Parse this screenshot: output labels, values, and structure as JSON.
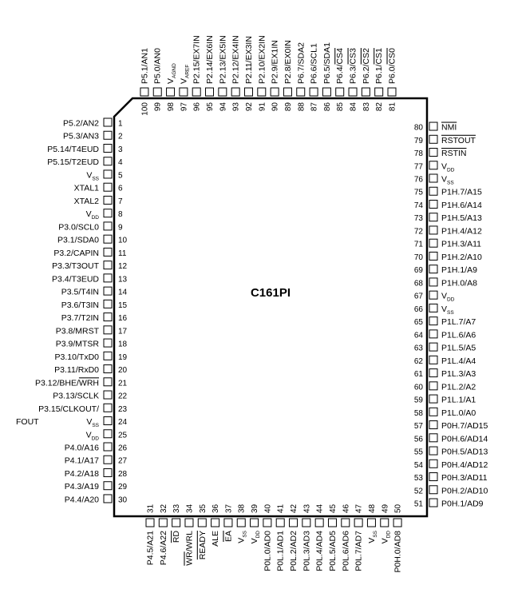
{
  "chip": {
    "name": "C161PI"
  },
  "pins": {
    "left": [
      {
        "num": "1",
        "label": [
          [
            "P5.2/AN2"
          ]
        ]
      },
      {
        "num": "2",
        "label": [
          [
            "P5.3/AN3"
          ]
        ]
      },
      {
        "num": "3",
        "label": [
          [
            "P5.14/T4EUD"
          ]
        ]
      },
      {
        "num": "4",
        "label": [
          [
            "P5.15/T2EUD"
          ]
        ]
      },
      {
        "num": "5",
        "label": [
          [
            "V"
          ],
          [
            "SS",
            "sub"
          ]
        ]
      },
      {
        "num": "6",
        "label": [
          [
            "XTAL1"
          ]
        ]
      },
      {
        "num": "7",
        "label": [
          [
            "XTAL2"
          ]
        ]
      },
      {
        "num": "8",
        "label": [
          [
            "V"
          ],
          [
            "DD",
            "sub"
          ]
        ]
      },
      {
        "num": "9",
        "label": [
          [
            "P3.0/SCL0"
          ]
        ]
      },
      {
        "num": "10",
        "label": [
          [
            "P3.1/SDA0"
          ]
        ]
      },
      {
        "num": "11",
        "label": [
          [
            "P3.2/CAPIN"
          ]
        ]
      },
      {
        "num": "12",
        "label": [
          [
            "P3.3/T3OUT"
          ]
        ]
      },
      {
        "num": "13",
        "label": [
          [
            "P3.4/T3EUD"
          ]
        ]
      },
      {
        "num": "14",
        "label": [
          [
            "P3.5/T4IN"
          ]
        ]
      },
      {
        "num": "15",
        "label": [
          [
            "P3.6/T3IN"
          ]
        ]
      },
      {
        "num": "16",
        "label": [
          [
            "P3.7/T2IN"
          ]
        ]
      },
      {
        "num": "17",
        "label": [
          [
            "P3.8/MRST"
          ]
        ]
      },
      {
        "num": "18",
        "label": [
          [
            "P3.9/MTSR"
          ]
        ]
      },
      {
        "num": "19",
        "label": [
          [
            "P3.10/TxD0"
          ]
        ]
      },
      {
        "num": "20",
        "label": [
          [
            "P3.11/RxD0"
          ]
        ]
      },
      {
        "num": "21",
        "label": [
          [
            "P3.12/BHE/"
          ],
          [
            "WRH",
            "over"
          ]
        ]
      },
      {
        "num": "22",
        "label": [
          [
            "P3.13/SCLK"
          ]
        ]
      },
      {
        "num": "23",
        "label": [
          [
            "P3.15/CLKOUT/"
          ]
        ]
      },
      {
        "num": "24",
        "label": [
          [
            "V"
          ],
          [
            "SS",
            "sub"
          ]
        ]
      },
      {
        "num": "25",
        "label": [
          [
            "V"
          ],
          [
            "DD",
            "sub"
          ]
        ]
      },
      {
        "num": "26",
        "label": [
          [
            "P4.0/A16"
          ]
        ]
      },
      {
        "num": "27",
        "label": [
          [
            "P4.1/A17"
          ]
        ]
      },
      {
        "num": "28",
        "label": [
          [
            "P4.2/A18"
          ]
        ]
      },
      {
        "num": "29",
        "label": [
          [
            "P4.3/A19"
          ]
        ]
      },
      {
        "num": "30",
        "label": [
          [
            "P4.4/A20"
          ]
        ]
      }
    ],
    "bottom": [
      {
        "num": "31",
        "label": [
          [
            "P4.5/A21"
          ]
        ]
      },
      {
        "num": "32",
        "label": [
          [
            "P4.6/A22"
          ]
        ]
      },
      {
        "num": "33",
        "label": [
          [
            "RD",
            "over"
          ]
        ]
      },
      {
        "num": "34",
        "label": [
          [
            "WR",
            "over"
          ],
          [
            "/WRL"
          ]
        ]
      },
      {
        "num": "35",
        "label": [
          [
            "READY",
            "over"
          ]
        ]
      },
      {
        "num": "36",
        "label": [
          [
            "ALE"
          ]
        ]
      },
      {
        "num": "37",
        "label": [
          [
            "EA",
            "over"
          ]
        ]
      },
      {
        "num": "38",
        "label": [
          [
            "V"
          ],
          [
            "SS",
            "sub"
          ]
        ]
      },
      {
        "num": "39",
        "label": [
          [
            "V"
          ],
          [
            "DD",
            "sub"
          ]
        ]
      },
      {
        "num": "40",
        "label": [
          [
            "P0L.0/AD0"
          ]
        ]
      },
      {
        "num": "41",
        "label": [
          [
            "P0L.1/AD1"
          ]
        ]
      },
      {
        "num": "42",
        "label": [
          [
            "P0L.2/AD2"
          ]
        ]
      },
      {
        "num": "43",
        "label": [
          [
            "P0L.3/AD3"
          ]
        ]
      },
      {
        "num": "44",
        "label": [
          [
            "P0L.4/AD4"
          ]
        ]
      },
      {
        "num": "45",
        "label": [
          [
            "P0L.5/AD5"
          ]
        ]
      },
      {
        "num": "46",
        "label": [
          [
            "P0L.6/AD6"
          ]
        ]
      },
      {
        "num": "47",
        "label": [
          [
            "P0L.7/AD7"
          ]
        ]
      },
      {
        "num": "48",
        "label": [
          [
            "V"
          ],
          [
            "SS",
            "sub"
          ]
        ]
      },
      {
        "num": "49",
        "label": [
          [
            "V"
          ],
          [
            "DD",
            "sub"
          ]
        ]
      },
      {
        "num": "50",
        "label": [
          [
            "P0H.0/AD8"
          ]
        ]
      }
    ],
    "right": [
      {
        "num": "51",
        "label": [
          [
            "P0H.1/AD9"
          ]
        ]
      },
      {
        "num": "52",
        "label": [
          [
            "P0H.2/AD10"
          ]
        ]
      },
      {
        "num": "53",
        "label": [
          [
            "P0H.3/AD11"
          ]
        ]
      },
      {
        "num": "54",
        "label": [
          [
            "P0H.4/AD12"
          ]
        ]
      },
      {
        "num": "55",
        "label": [
          [
            "P0H.5/AD13"
          ]
        ]
      },
      {
        "num": "56",
        "label": [
          [
            "P0H.6/AD14"
          ]
        ]
      },
      {
        "num": "57",
        "label": [
          [
            "P0H.7/AD15"
          ]
        ]
      },
      {
        "num": "58",
        "label": [
          [
            "P1L.0/A0"
          ]
        ]
      },
      {
        "num": "59",
        "label": [
          [
            "P1L.1/A1"
          ]
        ]
      },
      {
        "num": "60",
        "label": [
          [
            "P1L.2/A2"
          ]
        ]
      },
      {
        "num": "61",
        "label": [
          [
            "P1L.3/A3"
          ]
        ]
      },
      {
        "num": "62",
        "label": [
          [
            "P1L.4/A4"
          ]
        ]
      },
      {
        "num": "63",
        "label": [
          [
            "P1L.5/A5"
          ]
        ]
      },
      {
        "num": "64",
        "label": [
          [
            "P1L.6/A6"
          ]
        ]
      },
      {
        "num": "65",
        "label": [
          [
            "P1L.7/A7"
          ]
        ]
      },
      {
        "num": "66",
        "label": [
          [
            "V"
          ],
          [
            "SS",
            "sub"
          ]
        ]
      },
      {
        "num": "67",
        "label": [
          [
            "V"
          ],
          [
            "DD",
            "sub"
          ]
        ]
      },
      {
        "num": "68",
        "label": [
          [
            "P1H.0/A8"
          ]
        ]
      },
      {
        "num": "69",
        "label": [
          [
            "P1H.1/A9"
          ]
        ]
      },
      {
        "num": "70",
        "label": [
          [
            "P1H.2/A10"
          ]
        ]
      },
      {
        "num": "71",
        "label": [
          [
            "P1H.3/A11"
          ]
        ]
      },
      {
        "num": "72",
        "label": [
          [
            "P1H.4/A12"
          ]
        ]
      },
      {
        "num": "73",
        "label": [
          [
            "P1H.5/A13"
          ]
        ]
      },
      {
        "num": "74",
        "label": [
          [
            "P1H.6/A14"
          ]
        ]
      },
      {
        "num": "75",
        "label": [
          [
            "P1H.7/A15"
          ]
        ]
      },
      {
        "num": "76",
        "label": [
          [
            "V"
          ],
          [
            "SS",
            "sub"
          ]
        ]
      },
      {
        "num": "77",
        "label": [
          [
            "V"
          ],
          [
            "DD",
            "sub"
          ]
        ]
      },
      {
        "num": "78",
        "label": [
          [
            "RSTIN",
            "over"
          ]
        ]
      },
      {
        "num": "79",
        "label": [
          [
            "RSTOUT",
            "over"
          ]
        ]
      },
      {
        "num": "80",
        "label": [
          [
            "NMI",
            "over"
          ]
        ]
      }
    ],
    "top": [
      {
        "num": "81",
        "label": [
          [
            "P6.0/"
          ],
          [
            "CS0",
            "over"
          ]
        ]
      },
      {
        "num": "82",
        "label": [
          [
            "P6.1/"
          ],
          [
            "CS1",
            "over"
          ]
        ]
      },
      {
        "num": "83",
        "label": [
          [
            "P6.2/"
          ],
          [
            "CS2",
            "over"
          ]
        ]
      },
      {
        "num": "84",
        "label": [
          [
            "P6.3/"
          ],
          [
            "CS3",
            "over"
          ]
        ]
      },
      {
        "num": "85",
        "label": [
          [
            "P6.4/"
          ],
          [
            "CS4",
            "over"
          ]
        ]
      },
      {
        "num": "86",
        "label": [
          [
            "P6.5/SDA1"
          ]
        ]
      },
      {
        "num": "87",
        "label": [
          [
            "P6.6/SCL1"
          ]
        ]
      },
      {
        "num": "88",
        "label": [
          [
            "P6.7/SDA2"
          ]
        ]
      },
      {
        "num": "89",
        "label": [
          [
            "P2.8/EX0IN"
          ]
        ]
      },
      {
        "num": "90",
        "label": [
          [
            "P2.9/EX1IN"
          ]
        ]
      },
      {
        "num": "91",
        "label": [
          [
            "P2.10/EX2IN"
          ]
        ]
      },
      {
        "num": "92",
        "label": [
          [
            "P2.11/EX3IN"
          ]
        ]
      },
      {
        "num": "93",
        "label": [
          [
            "P2.12/EX4IN"
          ]
        ]
      },
      {
        "num": "94",
        "label": [
          [
            "P2.13/EX5IN"
          ]
        ]
      },
      {
        "num": "95",
        "label": [
          [
            "P2.14/EX6IN"
          ]
        ]
      },
      {
        "num": "96",
        "label": [
          [
            "P2.15/EX7IN"
          ]
        ]
      },
      {
        "num": "97",
        "label": [
          [
            "V"
          ],
          [
            "AREF",
            "sub"
          ]
        ]
      },
      {
        "num": "98",
        "label": [
          [
            "V"
          ],
          [
            "AGND",
            "sub"
          ]
        ]
      },
      {
        "num": "99",
        "label": [
          [
            "P5.0/AN0"
          ]
        ]
      },
      {
        "num": "100",
        "label": [
          [
            "P5.1/AN1"
          ]
        ]
      }
    ]
  },
  "extra_labels": [
    {
      "pin": "23",
      "text": "FOUT"
    }
  ]
}
